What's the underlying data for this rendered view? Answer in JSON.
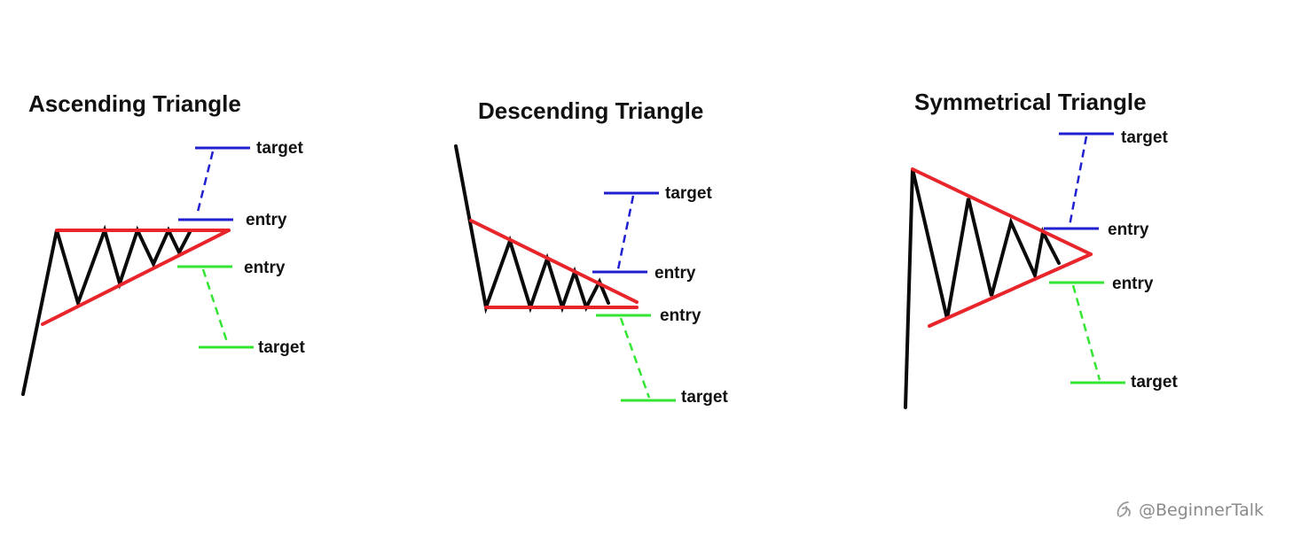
{
  "colors": {
    "red": "#e8252b",
    "black": "#0a0a0a",
    "blue": "#2020d0",
    "green": "#33e633"
  },
  "patterns": [
    {
      "title": "Ascending Triangle",
      "labels": {
        "target_up": "target",
        "entry_up": "entry",
        "entry_down": "entry",
        "target_down": "target"
      }
    },
    {
      "title": "Descending Triangle",
      "labels": {
        "target_up": "target",
        "entry_up": "entry",
        "entry_down": "entry",
        "target_down": "target"
      }
    },
    {
      "title": "Symmetrical Triangle",
      "labels": {
        "target_up": "target",
        "entry_up": "entry",
        "entry_down": "entry",
        "target_down": "target"
      }
    }
  ],
  "watermark": {
    "text": "@BeginnerTalk",
    "icon": "brand-logo-icon"
  }
}
